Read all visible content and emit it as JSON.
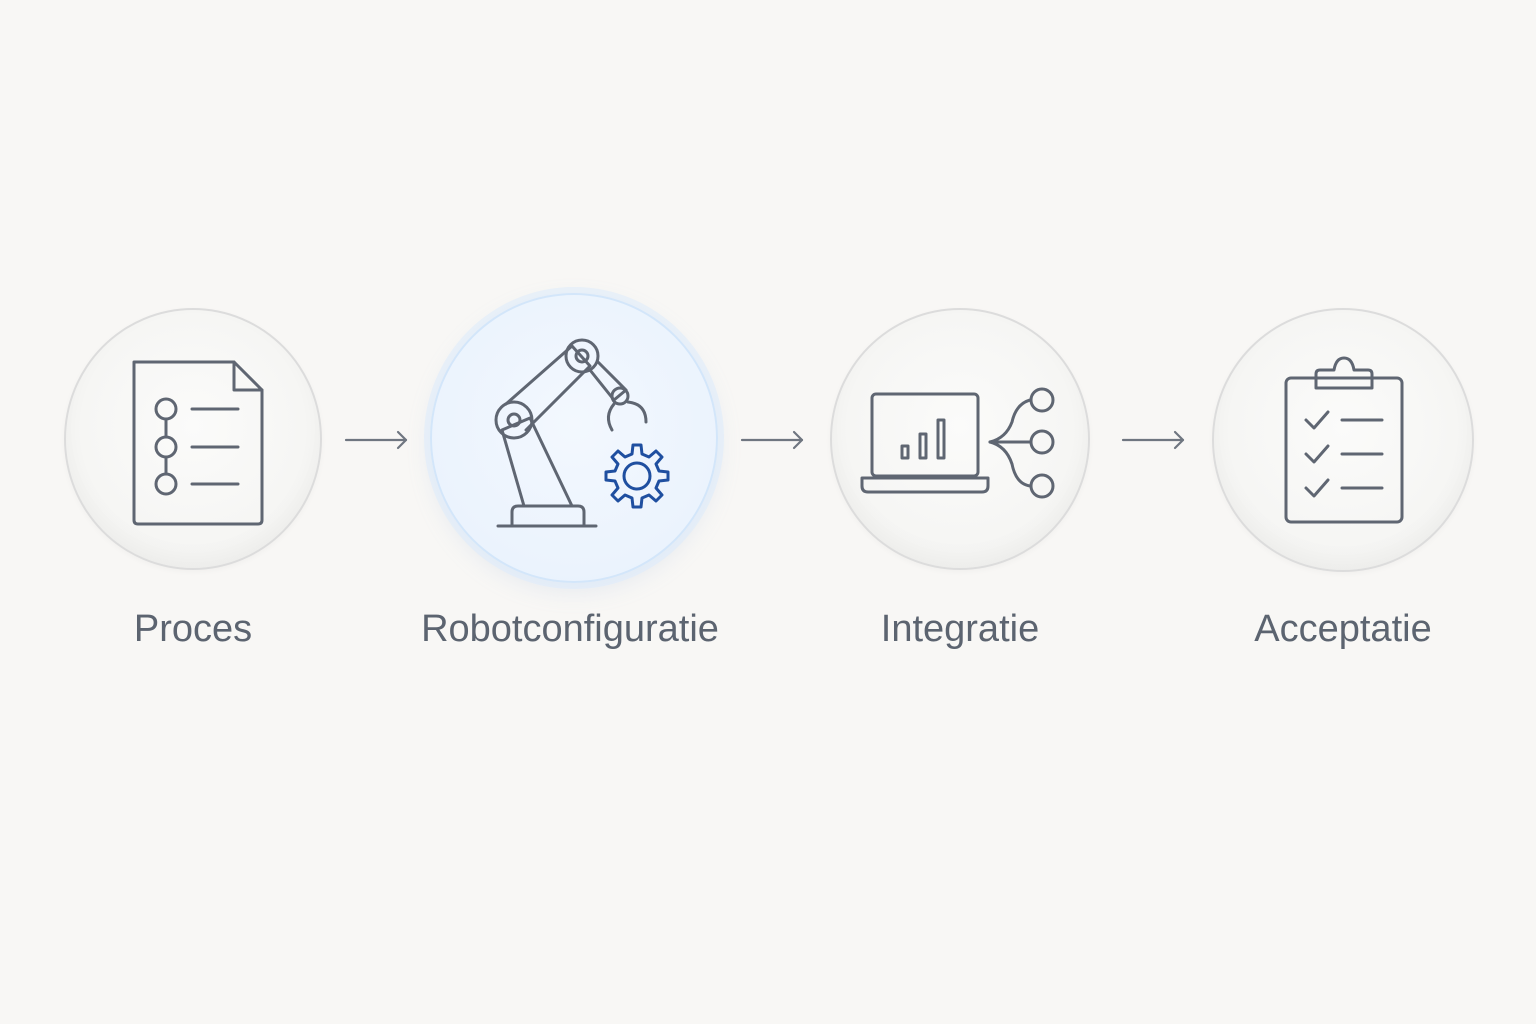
{
  "steps": [
    {
      "label": "Proces",
      "icon": "process-document-icon",
      "active": false
    },
    {
      "label": "Robotconfiguratie",
      "icon": "robot-arm-gear-icon",
      "active": true
    },
    {
      "label": "Integratie",
      "icon": "laptop-network-icon",
      "active": false
    },
    {
      "label": "Acceptatie",
      "icon": "clipboard-checklist-icon",
      "active": false
    }
  ],
  "colors": {
    "background": "#f8f7f5",
    "icon_stroke": "#5f6672",
    "accent": "#1f4fa0",
    "active_fill": "#ebf3fd",
    "label": "#5c6470"
  }
}
